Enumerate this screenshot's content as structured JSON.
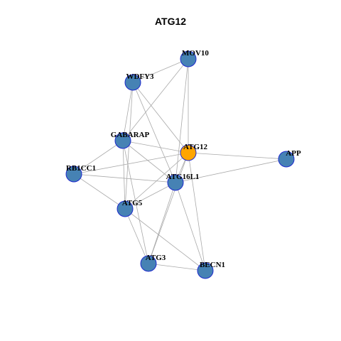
{
  "title": "ATG12",
  "colors": {
    "node_default": "#4682B4",
    "node_border": "#1E2ACD",
    "node_focus": "#FFA500",
    "edge": "#A9A9A9"
  },
  "nodes": [
    {
      "id": "MOV10",
      "label": "MOV10",
      "focus": false
    },
    {
      "id": "WDFY3",
      "label": "WDFY3",
      "focus": false
    },
    {
      "id": "GABARAP",
      "label": "GABARAP",
      "focus": false
    },
    {
      "id": "ATG12",
      "label": "ATG12",
      "focus": true
    },
    {
      "id": "APP",
      "label": "APP",
      "focus": false
    },
    {
      "id": "RB1CC1",
      "label": "RB1CC1",
      "focus": false
    },
    {
      "id": "ATG16L1",
      "label": "ATG16L1",
      "focus": false
    },
    {
      "id": "ATG5",
      "label": "ATG5",
      "focus": false
    },
    {
      "id": "ATG3",
      "label": "ATG3",
      "focus": false
    },
    {
      "id": "BECN1",
      "label": "BECN1",
      "focus": false
    }
  ],
  "edges": [
    [
      "MOV10",
      "WDFY3"
    ],
    [
      "MOV10",
      "GABARAP"
    ],
    [
      "MOV10",
      "ATG12"
    ],
    [
      "MOV10",
      "ATG16L1"
    ],
    [
      "WDFY3",
      "GABARAP"
    ],
    [
      "WDFY3",
      "ATG12"
    ],
    [
      "WDFY3",
      "ATG5"
    ],
    [
      "WDFY3",
      "ATG16L1"
    ],
    [
      "GABARAP",
      "ATG12"
    ],
    [
      "GABARAP",
      "RB1CC1"
    ],
    [
      "GABARAP",
      "ATG16L1"
    ],
    [
      "GABARAP",
      "ATG5"
    ],
    [
      "GABARAP",
      "ATG3"
    ],
    [
      "ATG12",
      "APP"
    ],
    [
      "ATG12",
      "RB1CC1"
    ],
    [
      "ATG12",
      "ATG16L1"
    ],
    [
      "ATG12",
      "ATG5"
    ],
    [
      "ATG12",
      "ATG3"
    ],
    [
      "ATG12",
      "BECN1"
    ],
    [
      "APP",
      "ATG16L1"
    ],
    [
      "RB1CC1",
      "ATG16L1"
    ],
    [
      "RB1CC1",
      "ATG5"
    ],
    [
      "ATG16L1",
      "ATG5"
    ],
    [
      "ATG16L1",
      "ATG3"
    ],
    [
      "ATG16L1",
      "BECN1"
    ],
    [
      "ATG5",
      "ATG3"
    ],
    [
      "ATG5",
      "BECN1"
    ],
    [
      "ATG3",
      "BECN1"
    ]
  ]
}
